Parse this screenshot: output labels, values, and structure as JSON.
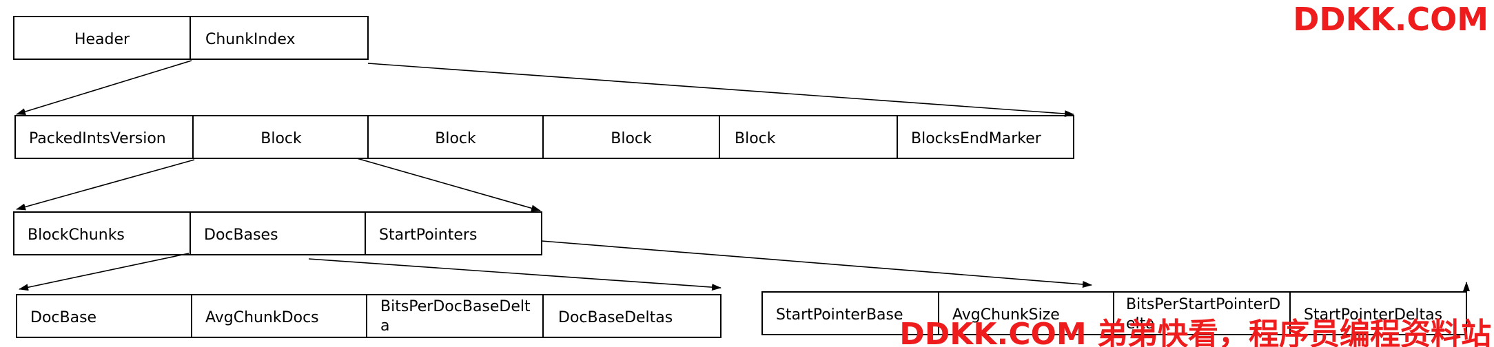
{
  "rows": {
    "top": [
      "Header",
      "ChunkIndex"
    ],
    "chunk_index": [
      "PackedIntsVersion",
      "Block",
      "Block",
      "Block",
      "Block",
      "BlocksEndMarker"
    ],
    "block": [
      "BlockChunks",
      "DocBases",
      "StartPointers"
    ],
    "doc_bases": [
      "DocBase",
      "AvgChunkDocs",
      "BitsPerDocBaseDelt",
      "DocBaseDeltas"
    ],
    "doc_bases_wrap": "a",
    "start_pointers": [
      "StartPointerBase",
      "AvgChunkSize",
      "BitsPerStartPointerD",
      "StartPointerDeltas"
    ],
    "start_pointers_wrap": "elta"
  },
  "watermark": {
    "top": "DDKK.COM",
    "bottom": "DDKK.COM 弟弟快看，程序员编程资料站",
    "color": "#ee1c1c"
  }
}
